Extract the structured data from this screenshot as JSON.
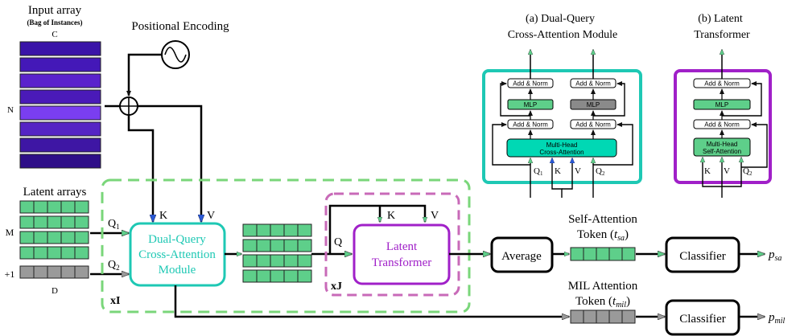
{
  "input": {
    "title": "Input array",
    "subtitle": "(Bag of Instances)",
    "col_label": "C",
    "row_label": "N",
    "row_colors": [
      "#3a14a8",
      "#4418b8",
      "#5a22cc",
      "#4a1ab8",
      "#7a3ef0",
      "#5524c4",
      "#3e16a4",
      "#2e0e88"
    ]
  },
  "positional_encoding": {
    "label": "Positional Encoding"
  },
  "latent": {
    "title": "Latent arrays",
    "row_label_m": "M",
    "row_label_plus1": "+1",
    "col_label": "D",
    "colors": {
      "green": "#5ecf8a",
      "gray": "#9a9a9a"
    }
  },
  "dqca": {
    "line1": "Dual-Query",
    "line2": "Cross-Attention",
    "line3": "Module",
    "color": "#1ec8b4",
    "q1": "Q",
    "q1_sub": "1",
    "q2": "Q",
    "q2_sub": "2",
    "k": "K",
    "v": "V"
  },
  "repeat": {
    "outer": "xI",
    "inner": "xJ"
  },
  "latent_transformer": {
    "line1": "Latent",
    "line2": "Transformer",
    "color": "#a020c8",
    "q": "Q",
    "k": "K",
    "v": "V"
  },
  "average": {
    "label": "Average"
  },
  "self_attn_token": {
    "line1": "Self-Attention",
    "line2_prefix": "Token (",
    "t": "t",
    "sub": "sa",
    "suffix": ")"
  },
  "mil_token": {
    "line1": "MIL Attention",
    "line2_prefix": "Token (",
    "t": "t",
    "sub": "mil",
    "suffix": ")"
  },
  "classifier_top": {
    "label": "Classifier",
    "out": "p",
    "out_sub": "sa"
  },
  "classifier_bottom": {
    "label": "Classifier",
    "out": "p",
    "out_sub": "mil"
  },
  "panel_a": {
    "title1": "(a)   Dual-Query",
    "title2": "Cross-Attention Module",
    "add_norm": "Add & Norm",
    "mlp": "MLP",
    "mha1": "Multi-Head",
    "mha2": "Cross-Attention",
    "q1": "Q",
    "q1_sub": "1",
    "k": "K",
    "v": "V",
    "q2": "Q",
    "q2_sub": "2",
    "color": "#1ec8b4"
  },
  "panel_b": {
    "title1": "(b)     Latent",
    "title2": "Transformer",
    "add_norm": "Add & Norm",
    "mlp": "MLP",
    "mha1": "Multi-Head",
    "mha2": "Self-Attention",
    "k": "K",
    "v": "V",
    "q2": "Q",
    "q2_sub": "2",
    "color": "#a020c8"
  }
}
